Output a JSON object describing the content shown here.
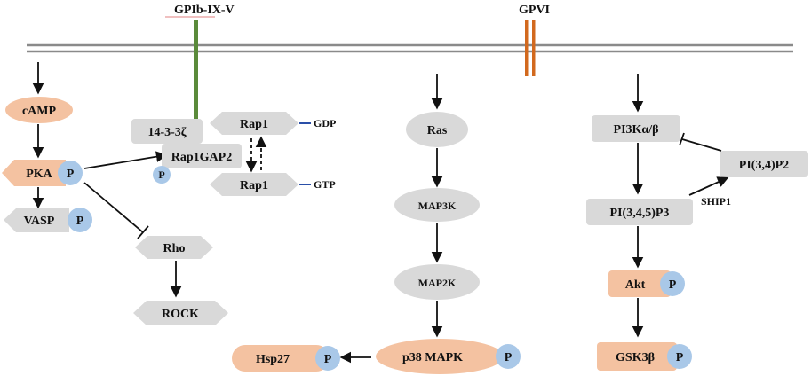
{
  "receptors": {
    "gpib": "GPIb-IX-V",
    "gpvi": "GPVI"
  },
  "nodes": {
    "camp": "cAMP",
    "pka": "PKA",
    "vasp": "VASP",
    "p": "P",
    "p14": "14-3-3ζ",
    "rap1gap2": "Rap1GAP2",
    "rap1_top": "Rap1",
    "rap1_bottom": "Rap1",
    "gdp": "GDP",
    "gtp": "GTP",
    "rho": "Rho",
    "rock": "ROCK",
    "ras": "Ras",
    "map3k": "MAP3K",
    "map2k": "MAP2K",
    "p38": "p38 MAPK",
    "hsp27": "Hsp27",
    "pi3k": "PI3Kα/β",
    "pip3": "PI(3,4,5)P3",
    "pi34p2": "PI(3,4)P2",
    "ship1": "SHIP1",
    "akt": "Akt",
    "gsk3b": "GSK3β"
  },
  "colors": {
    "membrane": "#8a8a8a",
    "gpib_stalk": "#5a8a3a",
    "gpvi_stalk": "#d2691e",
    "grey_node": "#d9d9d9",
    "peach_node": "#f4c2a1",
    "phospho": "#a9c8e8",
    "gdp_gtp_line": "#2a4fa8"
  }
}
